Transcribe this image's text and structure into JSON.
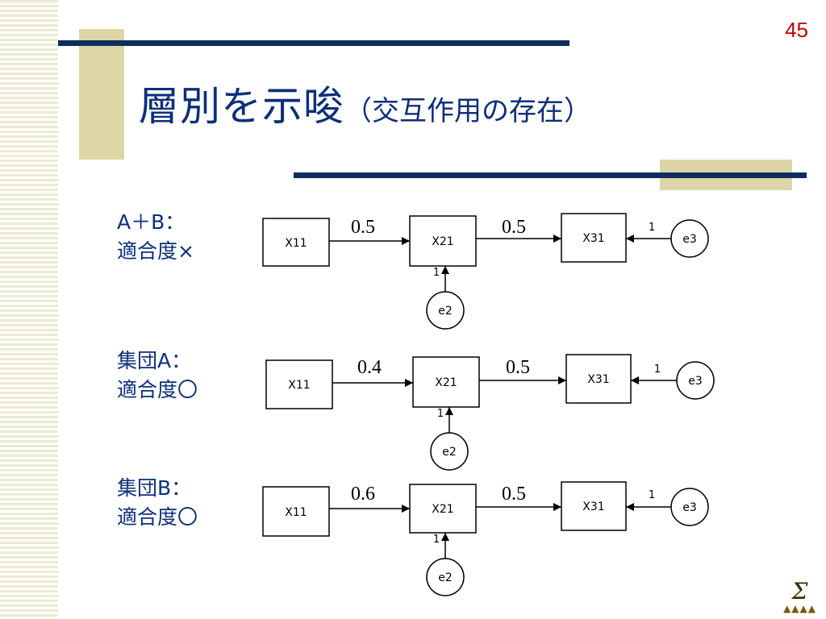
{
  "page_number": "45",
  "title": {
    "main": "層別を示唆",
    "sub": "（交互作用の存在）"
  },
  "rows": [
    {
      "group_label": "A＋B：",
      "fit_label": "適合度×",
      "nodes": {
        "x1": "X11",
        "x2": "X21",
        "x3": "X31",
        "e2": "e2",
        "e3": "e3"
      },
      "coefficients": {
        "x11_to_x21": "0.5",
        "x21_to_x31": "0.5"
      },
      "fixed_paths": {
        "e2_to_x21": "1",
        "e3_to_x31": "1"
      }
    },
    {
      "group_label": "集団A：",
      "fit_label": "適合度〇",
      "nodes": {
        "x1": "X11",
        "x2": "X21",
        "x3": "X31",
        "e2": "e2",
        "e3": "e3"
      },
      "coefficients": {
        "x11_to_x21": "0.4",
        "x21_to_x31": "0.5"
      },
      "fixed_paths": {
        "e2_to_x21": "1",
        "e3_to_x31": "1"
      }
    },
    {
      "group_label": "集団B：",
      "fit_label": "適合度〇",
      "nodes": {
        "x1": "X11",
        "x2": "X21",
        "x3": "X31",
        "e2": "e2",
        "e3": "e3"
      },
      "coefficients": {
        "x11_to_x21": "0.6",
        "x21_to_x31": "0.5"
      },
      "fixed_paths": {
        "e2_to_x21": "1",
        "e3_to_x31": "1"
      }
    }
  ],
  "colors": {
    "title": "#0d2f7a",
    "page_number": "#c00000",
    "rule": "#0f2c5e",
    "accent_block": "#dcd6a6",
    "stripe": "#ecebd2"
  },
  "footer": {
    "logo_icon": "sigma-logo-icon",
    "logo_symbol": "Σ"
  }
}
